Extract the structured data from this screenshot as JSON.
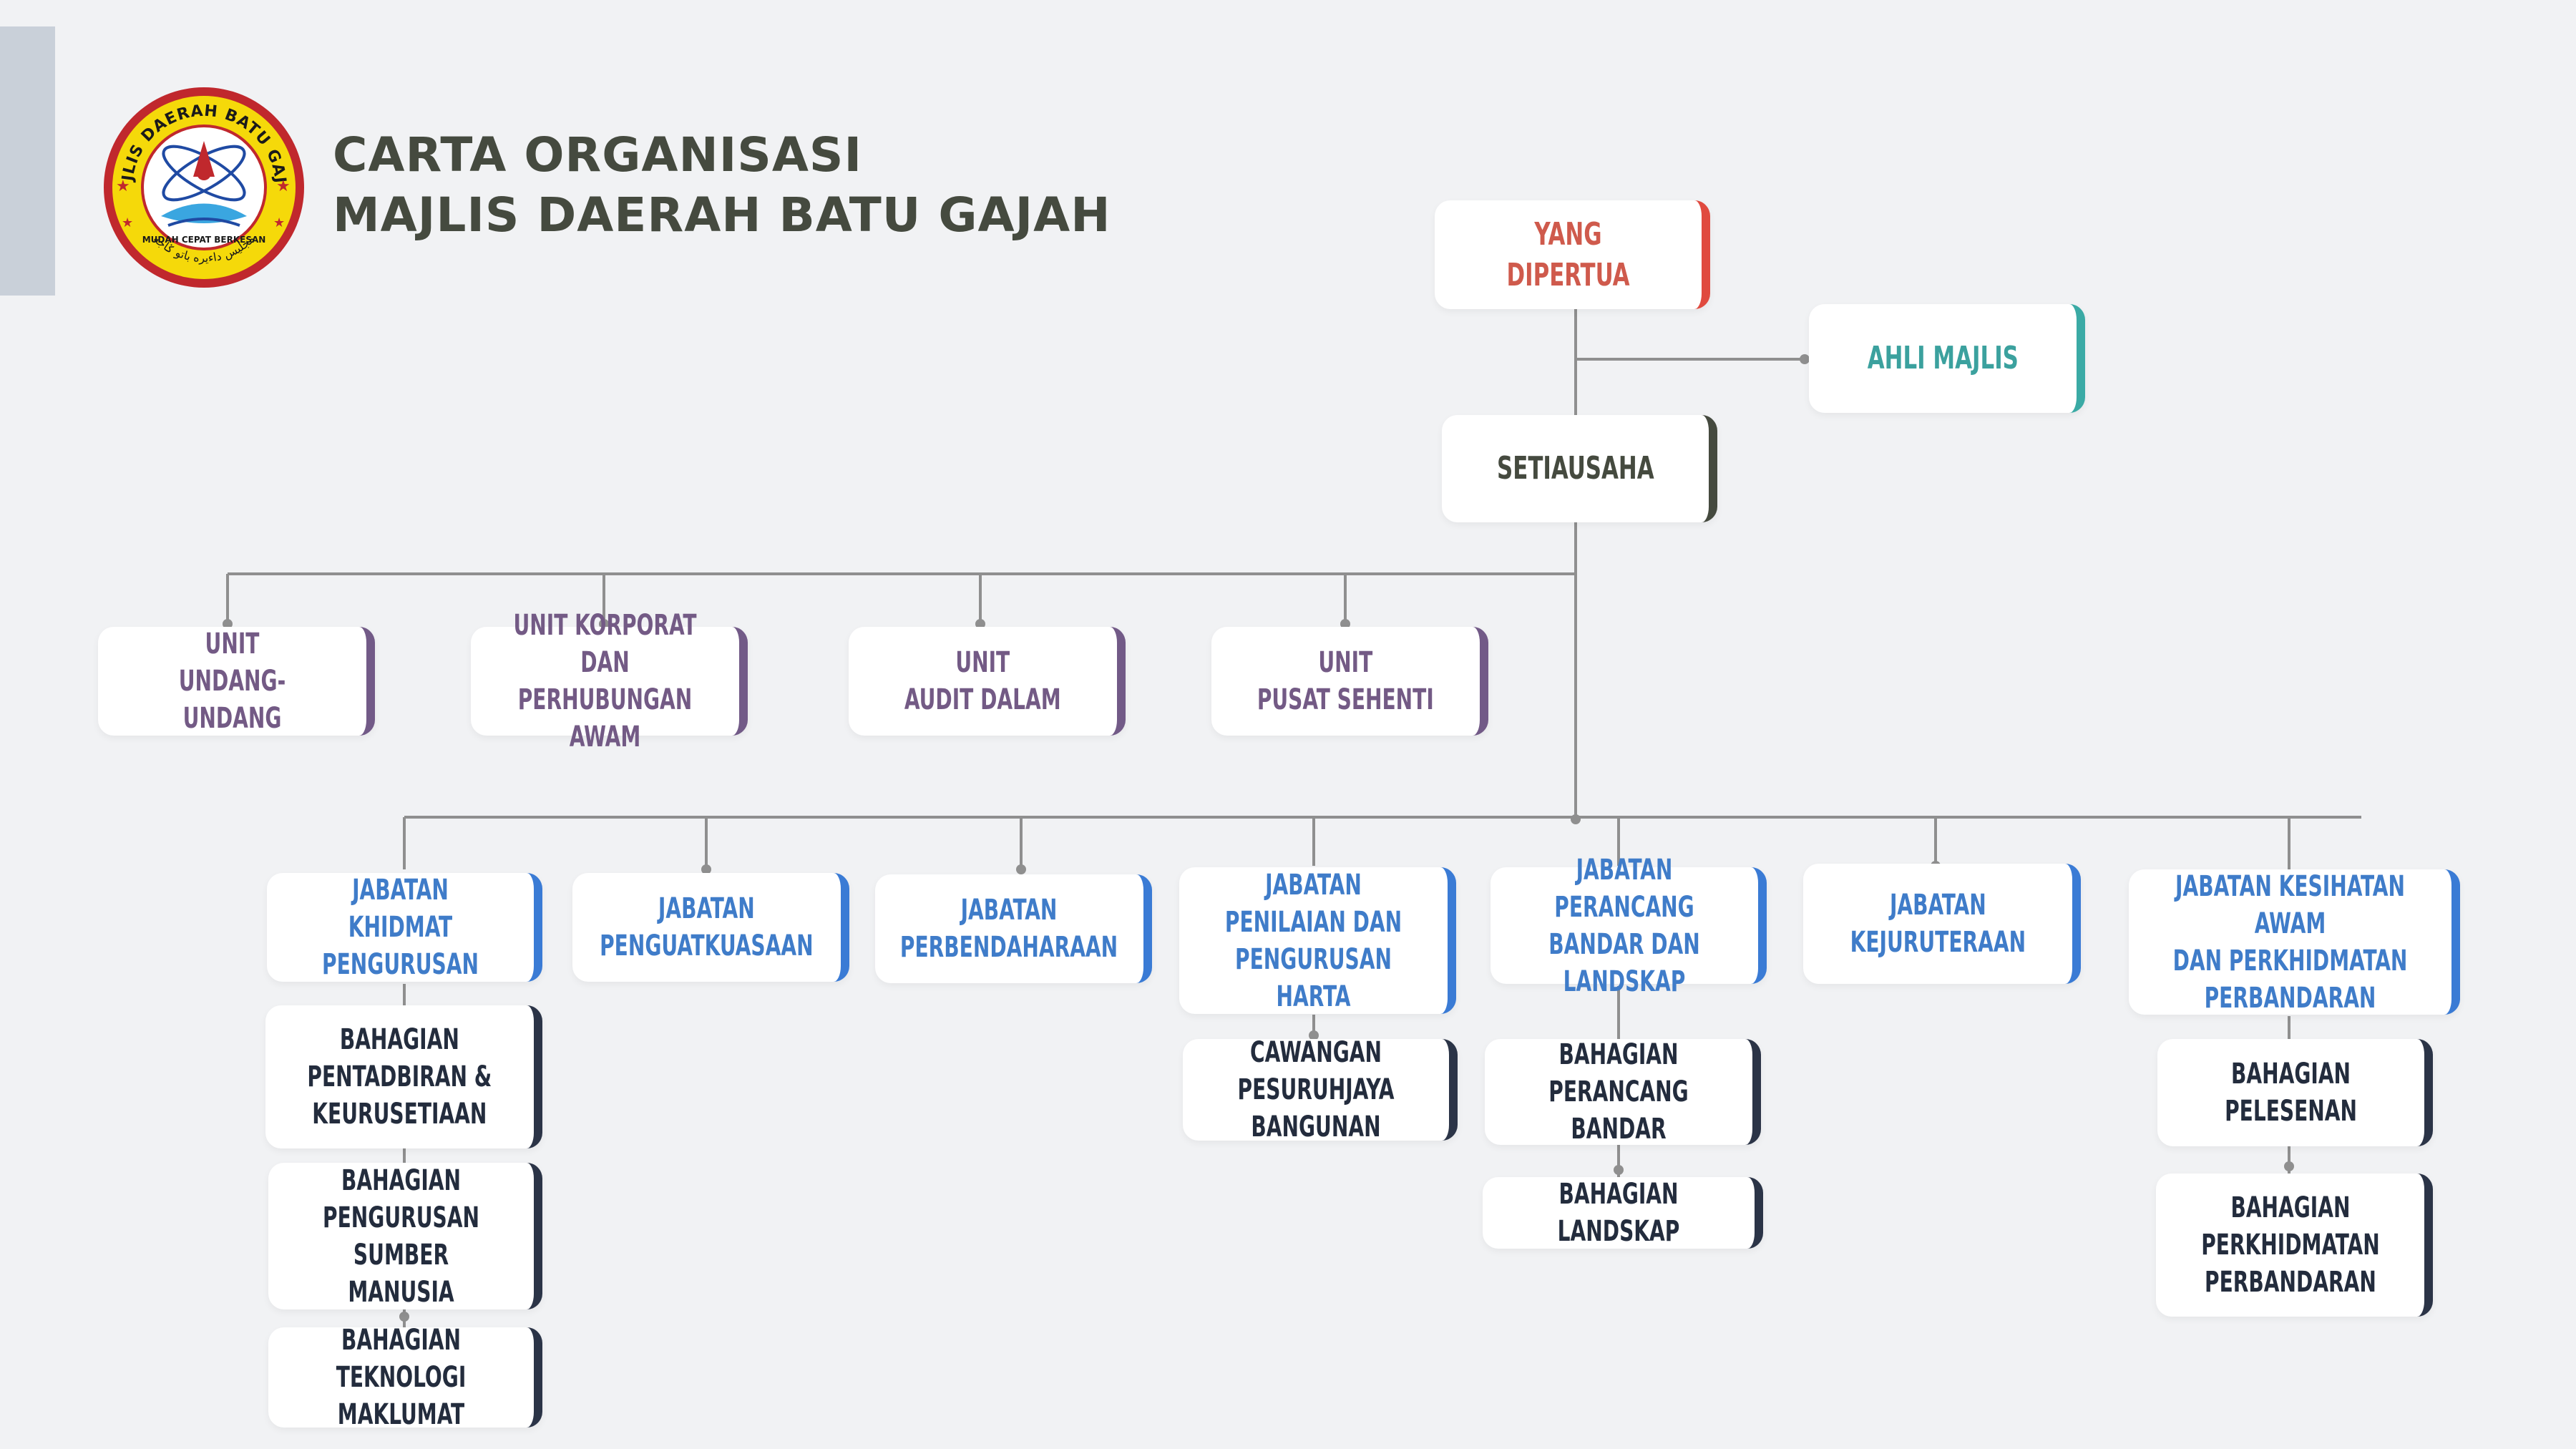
{
  "title": {
    "line1": "CARTA ORGANISASI",
    "line2": "MAJLIS DAERAH BATU GAJAH"
  },
  "logo": {
    "text_top": "MAJLIS DAERAH BATU GAJAH",
    "text_motto": "MUDAH CEPAT BERKESAN",
    "text_jawi": "مجليس داءيره باتو ݢاجه"
  },
  "colors": {
    "background": "#f1f2f4",
    "red": "#e04a3f",
    "teal": "#3aaaa5",
    "dark": "#454a3f",
    "purple": "#725a87",
    "blue": "#3a7bd5",
    "navy": "#2b3447",
    "line": "#8f8f8f"
  },
  "nodes": {
    "yang_dipertua": "YANG DIPERTUA",
    "ahli_majlis": "AHLI MAJLIS",
    "setiausaha": "SETIAUSAHA",
    "unit_undang": "UNIT\nUNDANG-UNDANG",
    "unit_korporat": "UNIT KORPORAT DAN\nPERHUBUNGAN AWAM",
    "unit_audit": "UNIT\nAUDIT DALAM",
    "unit_pusat": "UNIT\nPUSAT SEHENTI",
    "jab_khidmat": "JABATAN\nKHIDMAT PENGURUSAN",
    "jab_penguatkuasaan": "JABATAN\nPENGUATKUASAAN",
    "jab_perbendaharaan": "JABATAN\nPERBENDAHARAAN",
    "jab_penilaian": "JABATAN\nPENILAIAN DAN\nPENGURUSAN HARTA",
    "jab_perancang": "JABATAN PERANCANG\nBANDAR DAN LANDSKAP",
    "jab_kejuruteraan": "JABATAN\nKEJURUTERAAN",
    "jab_kesihatan": "JABATAN KESIHATAN AWAM\nDAN  PERKHIDMATAN\nPERBANDARAN",
    "bah_pentadbiran": "BAHAGIAN\nPENTADBIRAN &\nKEURUSETIAAN",
    "bah_sumber": "BAHAGIAN\nPENGURUSAN SUMBER\nMANUSIA",
    "bah_teknologi": "BAHAGIAN\nTEKNOLOGI MAKLUMAT",
    "caw_pesuruhjaya": "CAWANGAN\nPESURUHJAYA BANGUNAN",
    "bah_perancang_bandar": "BAHAGIAN\nPERANCANG BANDAR",
    "bah_landskap": "BAHAGIAN LANDSKAP",
    "bah_pelesenan": "BAHAGIAN\nPELESENAN",
    "bah_perkhidmatan": "BAHAGIAN\nPERKHIDMATAN\nPERBANDARAN"
  }
}
